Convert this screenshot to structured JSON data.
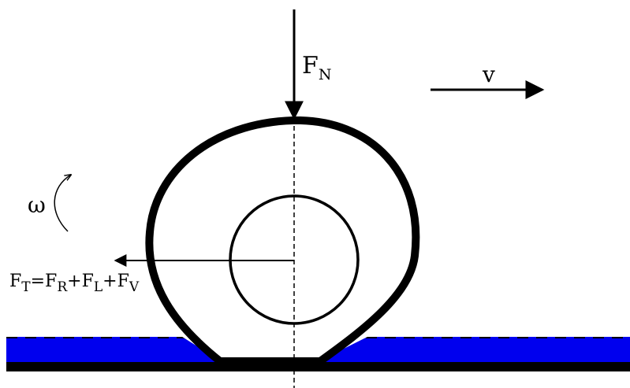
{
  "labels": {
    "normal_force": {
      "base": "F",
      "sub": "N"
    },
    "velocity": "v",
    "angular_velocity": "ω",
    "total_force": {
      "t1": "F",
      "s1": "T",
      "eq": "=",
      "t2": "F",
      "s2": "R",
      "p1": "+",
      "t3": "F",
      "s3": "L",
      "p2": "+",
      "t4": "F",
      "s4": "V"
    }
  },
  "colors": {
    "water": "#0000ee",
    "ink": "#000000",
    "background": "#ffffff"
  }
}
